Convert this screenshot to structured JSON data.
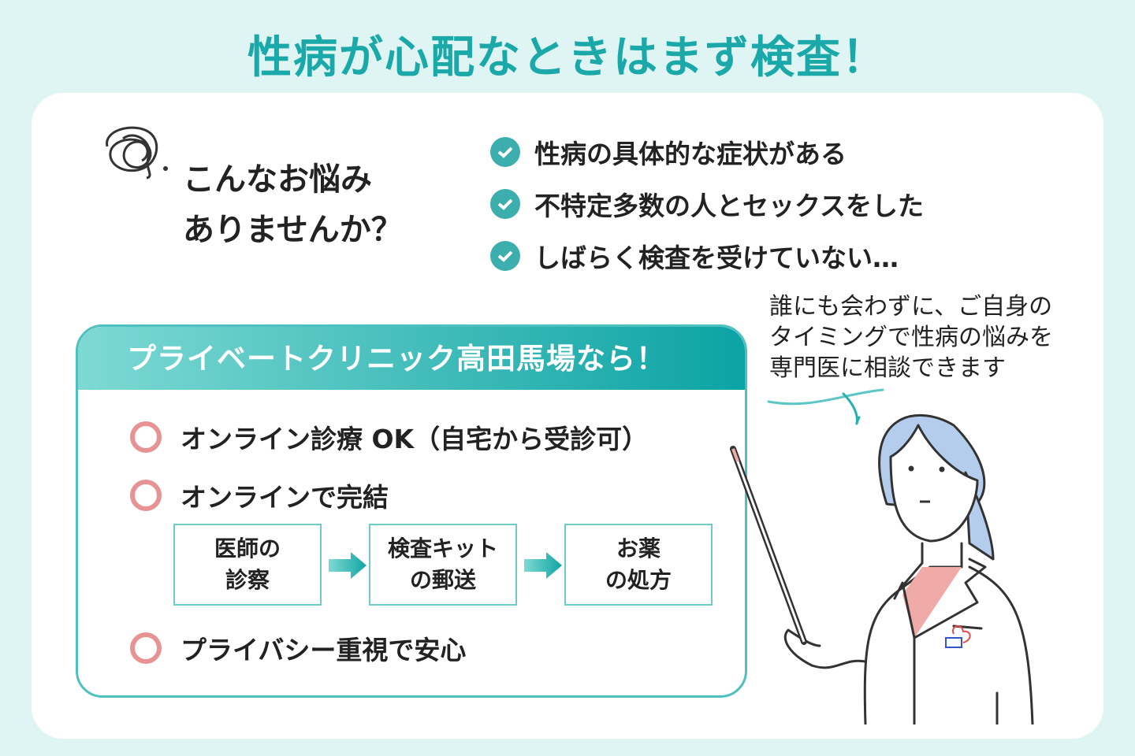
{
  "title": "性病が心配なときはまず検査！",
  "worry": {
    "line1": "こんなお悩み",
    "line2": "ありませんか？"
  },
  "checks": [
    "性病の具体的な症状がある",
    "不特定多数の人とセックスをした",
    "しばらく検査を受けていない…"
  ],
  "speech": {
    "line1": "誰にも会わずに、ご自身の",
    "line2": "タイミングで性病の悩みを",
    "line3": "専門医に相談できます"
  },
  "panel": {
    "heading": "プライベートクリニック高田馬場なら！",
    "features": [
      "オンライン診療 OK（自宅から受診可）",
      "オンラインで完結",
      "プライバシー重視で安心"
    ],
    "flow": [
      {
        "l1": "医師の",
        "l2": "診察"
      },
      {
        "l1": "検査キット",
        "l2": "の郵送"
      },
      {
        "l1": "お薬",
        "l2": "の処方"
      }
    ]
  },
  "colors": {
    "accent": "#1ba8a8",
    "check": "#3daeae",
    "ring": "#e89393",
    "hair": "#b4cdec",
    "shirt": "#f0aaa8"
  }
}
